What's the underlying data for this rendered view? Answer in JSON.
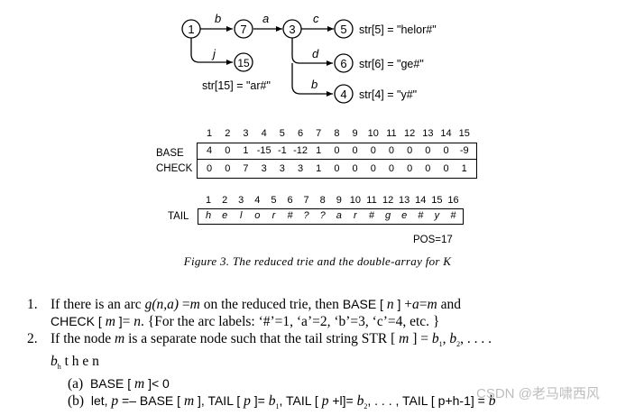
{
  "trie": {
    "nodes": [
      "1",
      "7",
      "3",
      "5",
      "15",
      "6",
      "4"
    ],
    "arcs": [
      "b",
      "a",
      "c",
      "j",
      "d",
      "b"
    ],
    "tails": [
      "str[5] = \"helor#\"",
      "str[6] = \"ge#\"",
      "str[4] = \"y#\"",
      "str[15] = \"ar#\""
    ]
  },
  "double_array": {
    "indices": [
      "1",
      "2",
      "3",
      "4",
      "5",
      "6",
      "7",
      "8",
      "9",
      "10",
      "11",
      "12",
      "13",
      "14",
      "15"
    ],
    "base_label": "BASE",
    "check_label": "CHECK",
    "base": [
      "4",
      "0",
      "1",
      "-15",
      "-1",
      "-12",
      "1",
      "0",
      "0",
      "0",
      "0",
      "0",
      "0",
      "0",
      "-9"
    ],
    "check": [
      "0",
      "0",
      "7",
      "3",
      "3",
      "3",
      "1",
      "0",
      "0",
      "0",
      "0",
      "0",
      "0",
      "0",
      "1"
    ]
  },
  "tail": {
    "label": "TAIL",
    "indices": [
      "1",
      "2",
      "3",
      "4",
      "5",
      "6",
      "7",
      "8",
      "9",
      "10",
      "11",
      "12",
      "13",
      "14",
      "15",
      "16"
    ],
    "chars": [
      "h",
      "e",
      "l",
      "o",
      "r",
      "#",
      "?",
      "?",
      "a",
      "r",
      "#",
      "g",
      "e",
      "#",
      "y",
      "#"
    ],
    "pos": "POS=17"
  },
  "caption": "Figure 3. The reduced trie and the double-array for K",
  "list": {
    "item1": {
      "num": "1.",
      "p1": "If there is an arc ",
      "arc": "g(n,a)",
      "p2": " =",
      "m1": "m",
      "p3": " on the reduced trie, then ",
      "base_kw": "BASE [ ",
      "n1": "n",
      "close1": " ]",
      "p4": " +",
      "a1": "a",
      "p5": "=",
      "m2": "m",
      "p6": " and",
      "check_kw": "CHECK [ ",
      "m3": "m",
      "close2": " ]",
      "p7": "= ",
      "n2": "n",
      "p8": ". {For the arc labels: ‘#’=1, ‘a’=2, ‘b’=3, ‘c’=4, etc. }"
    },
    "item2": {
      "num": "2.",
      "p1": "If the node ",
      "m1": "m",
      "p2": " is a separate node such that the tail string STR [ ",
      "m2": "m",
      "p3": " ] = ",
      "b1": "b",
      "s1": "1",
      "p4": ", ",
      "b2": "b",
      "s2": "2",
      "p5": ", . . . .",
      "bh": "b",
      "sh": "h",
      "then": " t h e n"
    },
    "item2a": {
      "label": "(a)",
      "kw": "BASE [ ",
      "m": "m",
      "rest": " ]< 0"
    },
    "item2b": {
      "label": "(b)",
      "p1": "let, ",
      "p": "p",
      "p2": " =– ",
      "kw1": "BASE [ ",
      "m": "m",
      "kw1c": " ], ",
      "kw2": "TAIL [ ",
      "p_b": "p",
      "kw2c": " ]= ",
      "b1": "b",
      "s1": "1",
      "comma": ", ",
      "kw3": "TAIL [ ",
      "p_c": "p",
      "plus": " +l]= ",
      "b2": "b",
      "s2": "2",
      "rest": ", . . . , TAIL [ p+h-1] =",
      "bh": "b"
    }
  },
  "watermark": "CSDN @老马啸西风"
}
